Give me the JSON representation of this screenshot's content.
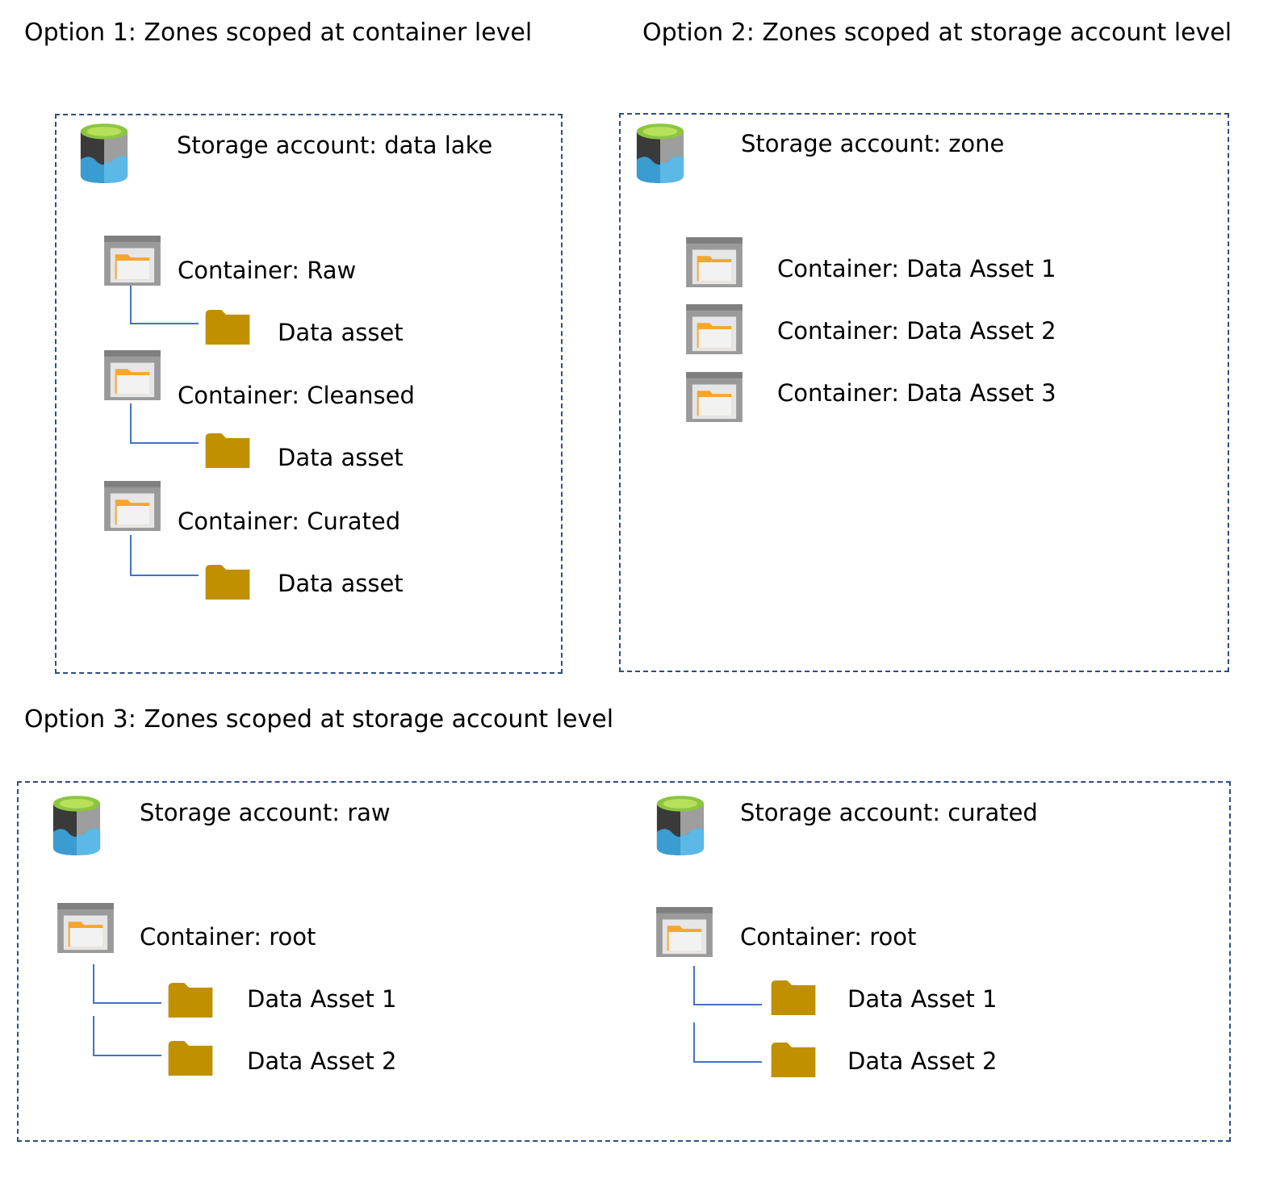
{
  "option1": {
    "title": "Option 1: Zones scoped at container level",
    "storage": "Storage account: data lake",
    "containers": [
      {
        "label": "Container: Raw",
        "assets": [
          "Data asset"
        ]
      },
      {
        "label": "Container: Cleansed",
        "assets": [
          "Data asset"
        ]
      },
      {
        "label": "Container: Curated",
        "assets": [
          "Data asset"
        ]
      }
    ]
  },
  "option2": {
    "title": "Option 2: Zones scoped at storage account level",
    "storage": "Storage account: zone",
    "containers": [
      {
        "label": "Container: Data Asset 1"
      },
      {
        "label": "Container: Data Asset 2"
      },
      {
        "label": "Container: Data Asset 3"
      }
    ]
  },
  "option3": {
    "title": "Option 3: Zones scoped at storage account level",
    "accounts": [
      {
        "storage": "Storage account: raw",
        "container": "Container: root",
        "assets": [
          "Data Asset 1",
          "Data Asset 2"
        ]
      },
      {
        "storage": "Storage account: curated",
        "container": "Container: root",
        "assets": [
          "Data Asset 1",
          "Data Asset 2"
        ]
      }
    ]
  },
  "colors": {
    "border": "#2e4e7e",
    "connector": "#4472c4",
    "folder": "#c09000",
    "storage_top": "#8cc63f",
    "storage_water": "#3b9cd1"
  },
  "icons": [
    "storage-account-icon",
    "container-icon",
    "folder-icon"
  ]
}
